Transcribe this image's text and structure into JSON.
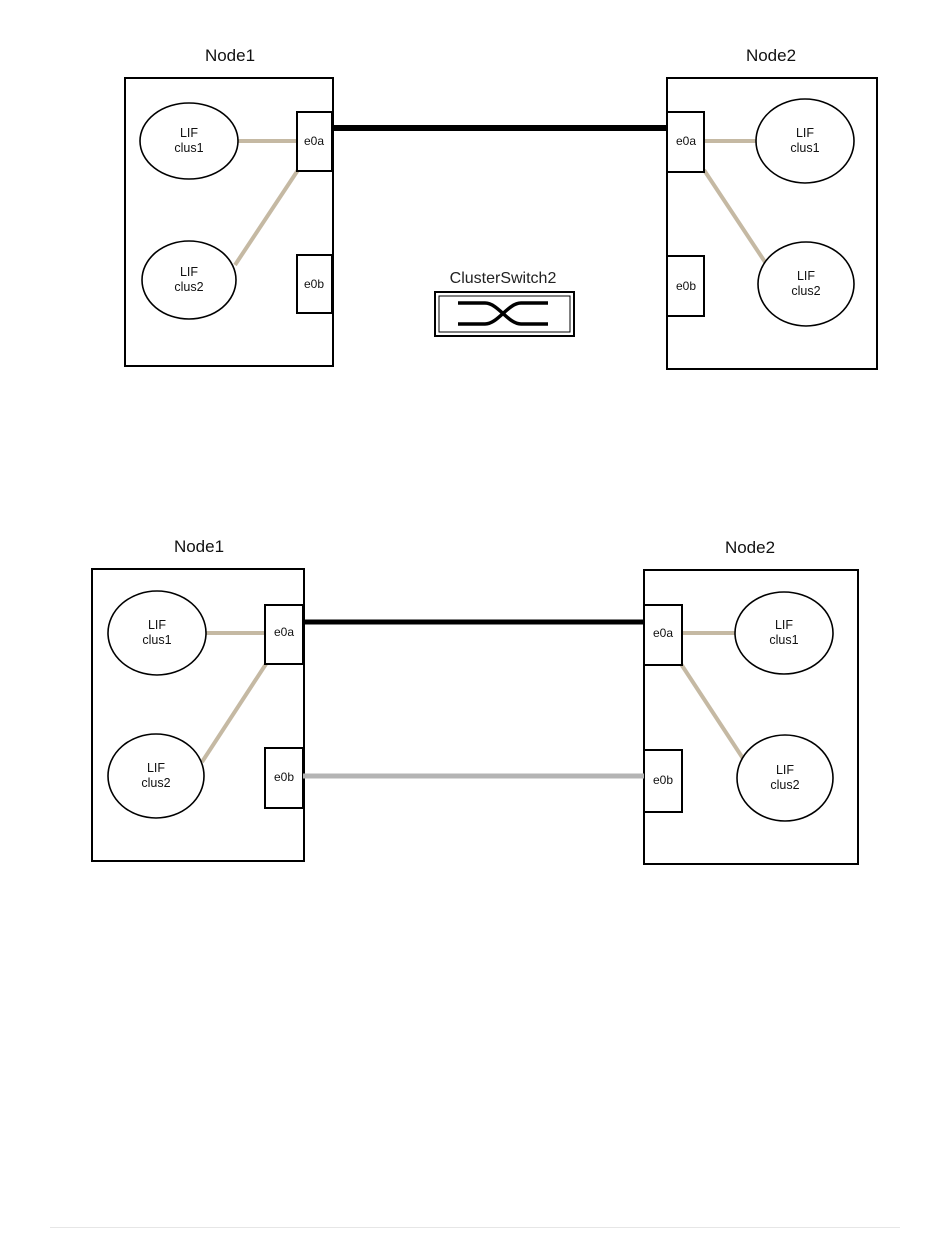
{
  "diagrams": [
    {
      "node1": {
        "title": "Node1",
        "lif1": [
          "LIF",
          "clus1"
        ],
        "lif2": [
          "LIF",
          "clus2"
        ],
        "port_a": "e0a",
        "port_b": "e0b"
      },
      "node2": {
        "title": "Node2",
        "lif1": [
          "LIF",
          "clus1"
        ],
        "lif2": [
          "LIF",
          "clus2"
        ],
        "port_a": "e0a",
        "port_b": "e0b"
      },
      "switch": {
        "label": "ClusterSwitch2"
      }
    },
    {
      "node1": {
        "title": "Node1",
        "lif1": [
          "LIF",
          "clus1"
        ],
        "lif2": [
          "LIF",
          "clus2"
        ],
        "port_a": "e0a",
        "port_b": "e0b"
      },
      "node2": {
        "title": "Node2",
        "lif1": [
          "LIF",
          "clus1"
        ],
        "lif2": [
          "LIF",
          "clus2"
        ],
        "port_a": "e0a",
        "port_b": "e0b"
      }
    }
  ],
  "colors": {
    "lif_link": "#c5b9a3",
    "cluster_link_active": "#000000",
    "cluster_link_direct": "#b4b4b4",
    "outline": "#000000"
  }
}
